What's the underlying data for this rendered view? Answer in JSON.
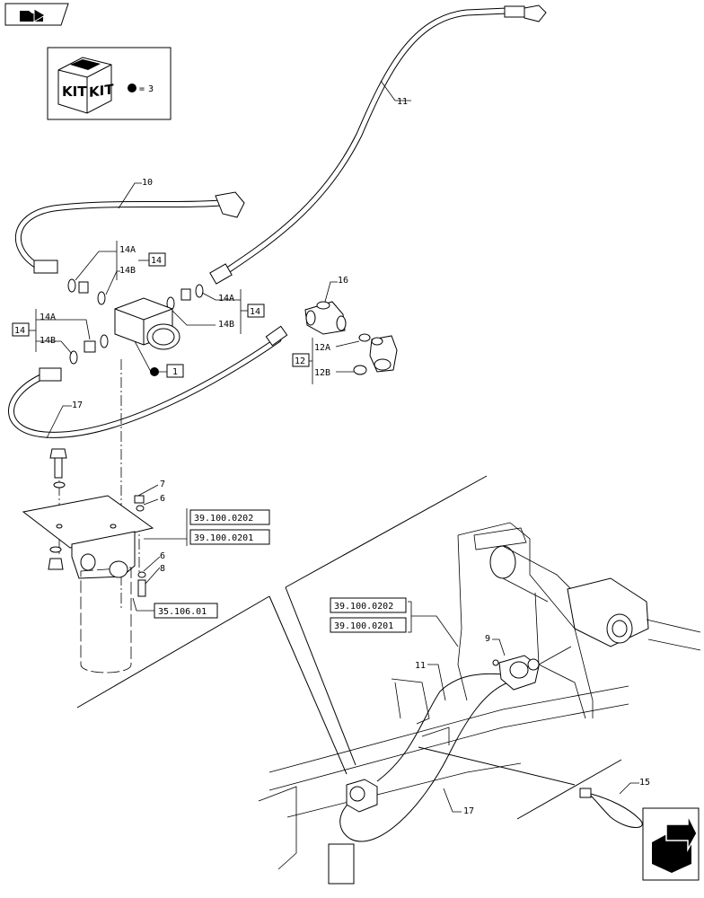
{
  "kit_legend": {
    "kit_word_left": "KIT",
    "kit_word_right": "KIT",
    "equals": "=",
    "number": "3"
  },
  "callouts": {
    "c11_top": "11",
    "c10": "10",
    "c14A_a": "14A",
    "c14_a": "14",
    "c14B_a": "14B",
    "c14A_b": "14A",
    "c14_b": "14",
    "c14B_b": "14B",
    "c16": "16",
    "c14_left": "14",
    "c14A_left": "14A",
    "c14B_left": "14B",
    "c1": "1",
    "c12A": "12A",
    "c12": "12",
    "c12B": "12B",
    "c17_top": "17",
    "c7": "7",
    "c6_a": "6",
    "c6_b": "6",
    "c8": "8",
    "c9": "9",
    "c11_bottom": "11",
    "c15": "15",
    "c17_bottom": "17"
  },
  "references": {
    "ref_upper_1": "39.100.0202",
    "ref_upper_2": "39.100.0201",
    "ref_filter": "35.106.01",
    "ref_lower_1": "39.100.0202",
    "ref_lower_2": "39.100.0201"
  }
}
